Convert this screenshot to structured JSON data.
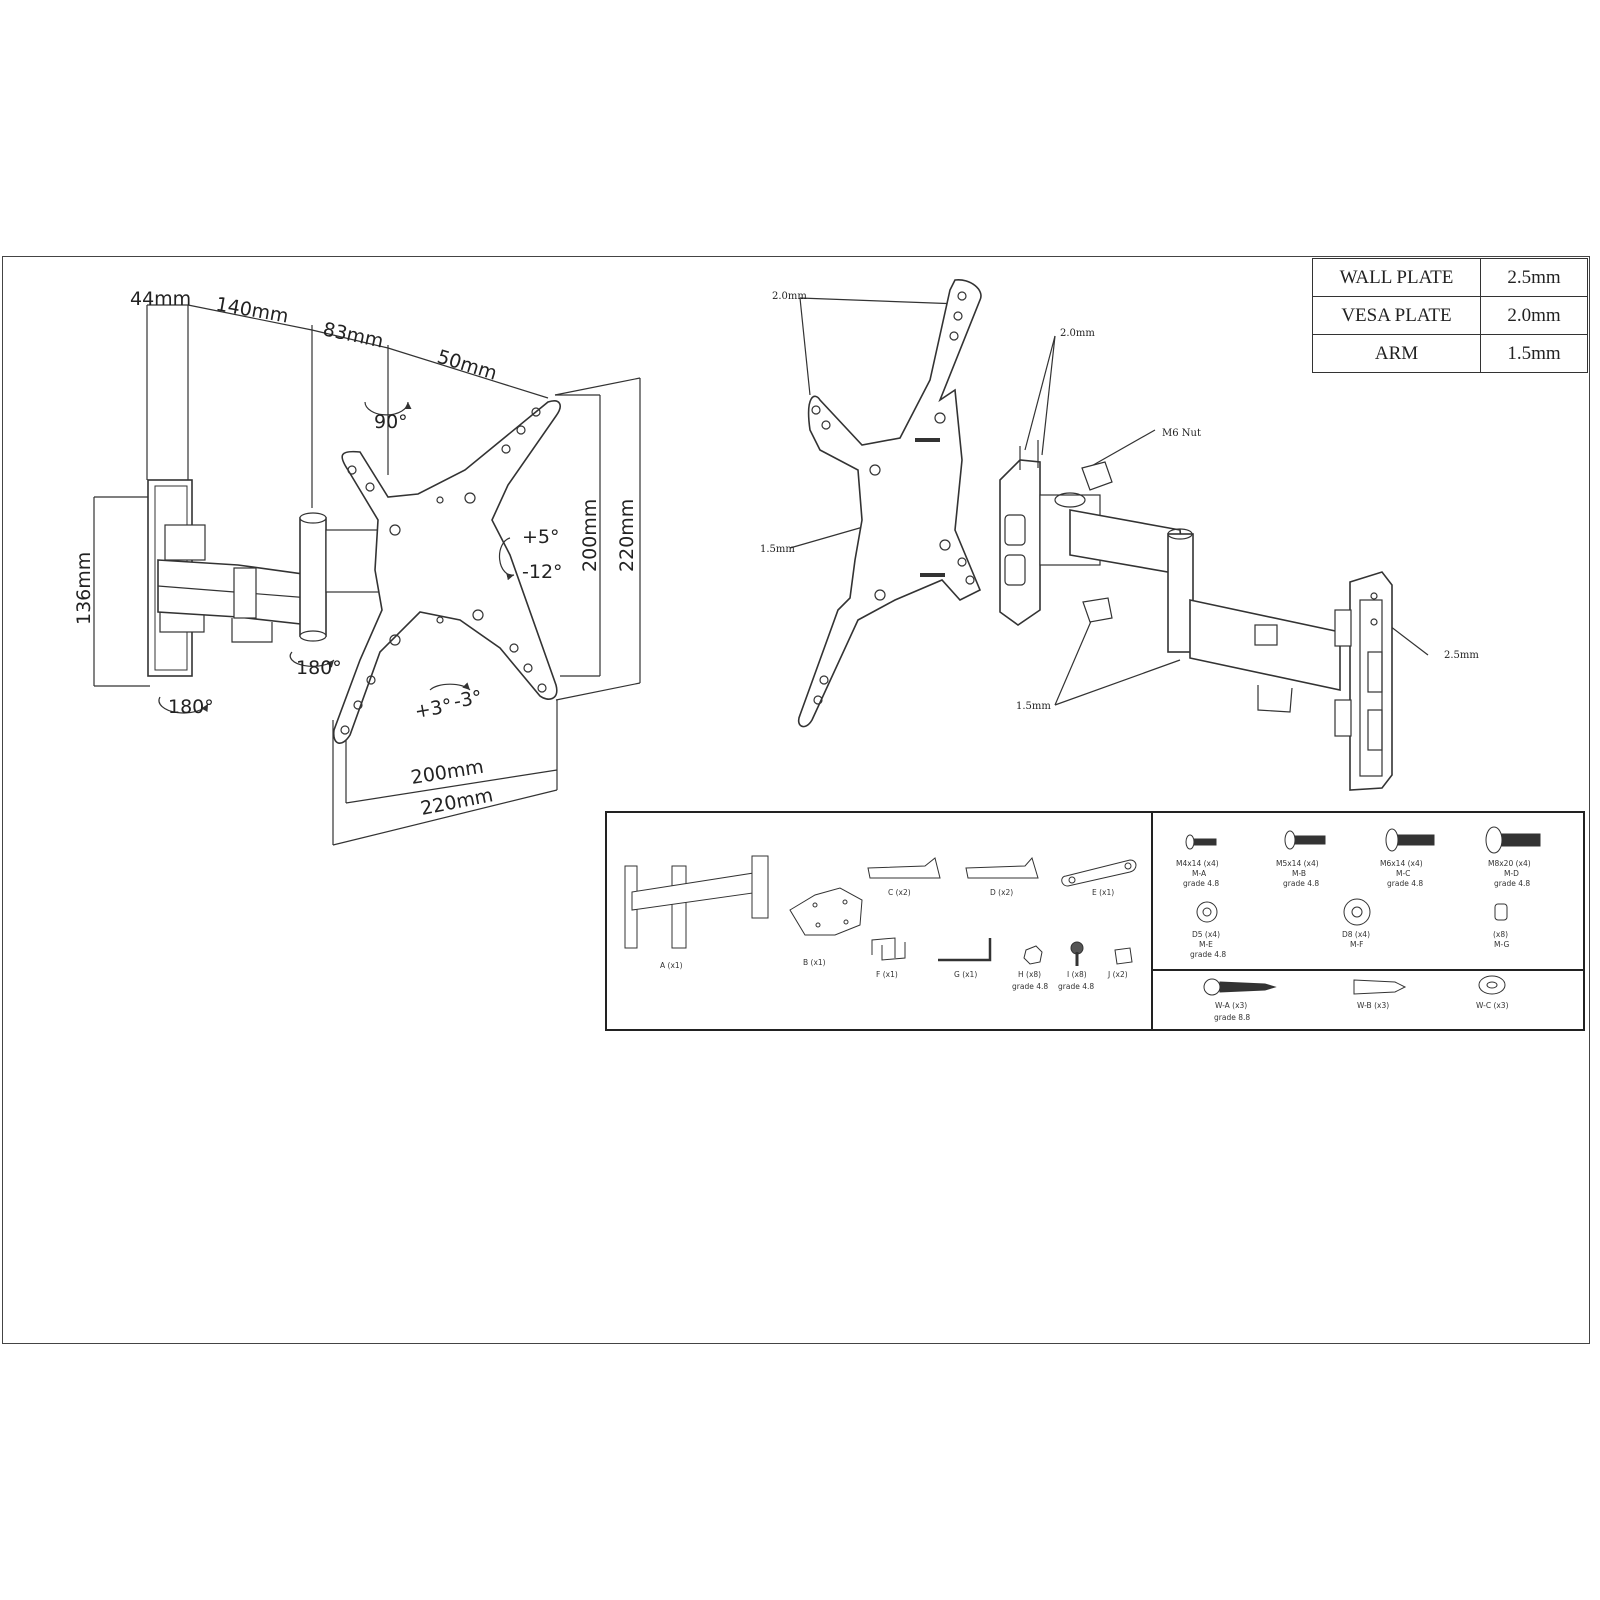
{
  "spec_table": [
    {
      "part": "WALL PLATE",
      "thickness": "2.5mm"
    },
    {
      "part": "VESA PLATE",
      "thickness": "2.0mm"
    },
    {
      "part": "ARM",
      "thickness": "1.5mm"
    }
  ],
  "dimensions": {
    "d44": "44mm",
    "d140": "140mm",
    "d83": "83mm",
    "d50": "50mm",
    "d136": "136mm",
    "d200v": "200mm",
    "d220v": "220mm",
    "d200h": "200mm",
    "d220h": "220mm"
  },
  "rotations": {
    "r90": "90°",
    "tilt_up": "+5°",
    "tilt_down": "-12°",
    "swivel_arm": "180°",
    "swivel_wall": "180°",
    "level_plus": "+3°",
    "level_minus": "-3°"
  },
  "exploded_labels": {
    "vesa_top": "2.0mm",
    "bracket_top": "2.0mm",
    "nut": "M6 Nut",
    "vesa_left": "1.5mm",
    "wall_plate": "2.5mm",
    "arm_bottom": "1.5mm"
  },
  "parts": [
    {
      "id": "A",
      "label": "A (x1)"
    },
    {
      "id": "B",
      "label": "B (x1)"
    },
    {
      "id": "C",
      "label": "C (x2)"
    },
    {
      "id": "D",
      "label": "D (x2)"
    },
    {
      "id": "E",
      "label": "E (x1)"
    },
    {
      "id": "F",
      "label": "F (x1)"
    },
    {
      "id": "G",
      "label": "G (x1)"
    },
    {
      "id": "H",
      "label": "H (x8)",
      "grade": "grade 4.8"
    },
    {
      "id": "I",
      "label": "I (x8)",
      "grade": "grade 4.8"
    },
    {
      "id": "J",
      "label": "J (x2)"
    }
  ],
  "screws": [
    {
      "size": "M4x14 (x4)",
      "code": "M-A",
      "grade": "grade 4.8"
    },
    {
      "size": "M5x14 (x4)",
      "code": "M-B",
      "grade": "grade 4.8"
    },
    {
      "size": "M6x14 (x4)",
      "code": "M-C",
      "grade": "grade 4.8"
    },
    {
      "size": "M8x20 (x4)",
      "code": "M-D",
      "grade": "grade 4.8"
    }
  ],
  "washers": [
    {
      "size": "D5 (x4)",
      "code": "M-E",
      "grade": "grade 4.8"
    },
    {
      "size": "D8 (x4)",
      "code": "M-F"
    },
    {
      "size": "(x8)",
      "code": "M-G"
    }
  ],
  "wall_hardware": [
    {
      "label": "W-A (x3)",
      "grade": "grade 8.8"
    },
    {
      "label": "W-B (x3)"
    },
    {
      "label": "W-C (x3)"
    }
  ]
}
